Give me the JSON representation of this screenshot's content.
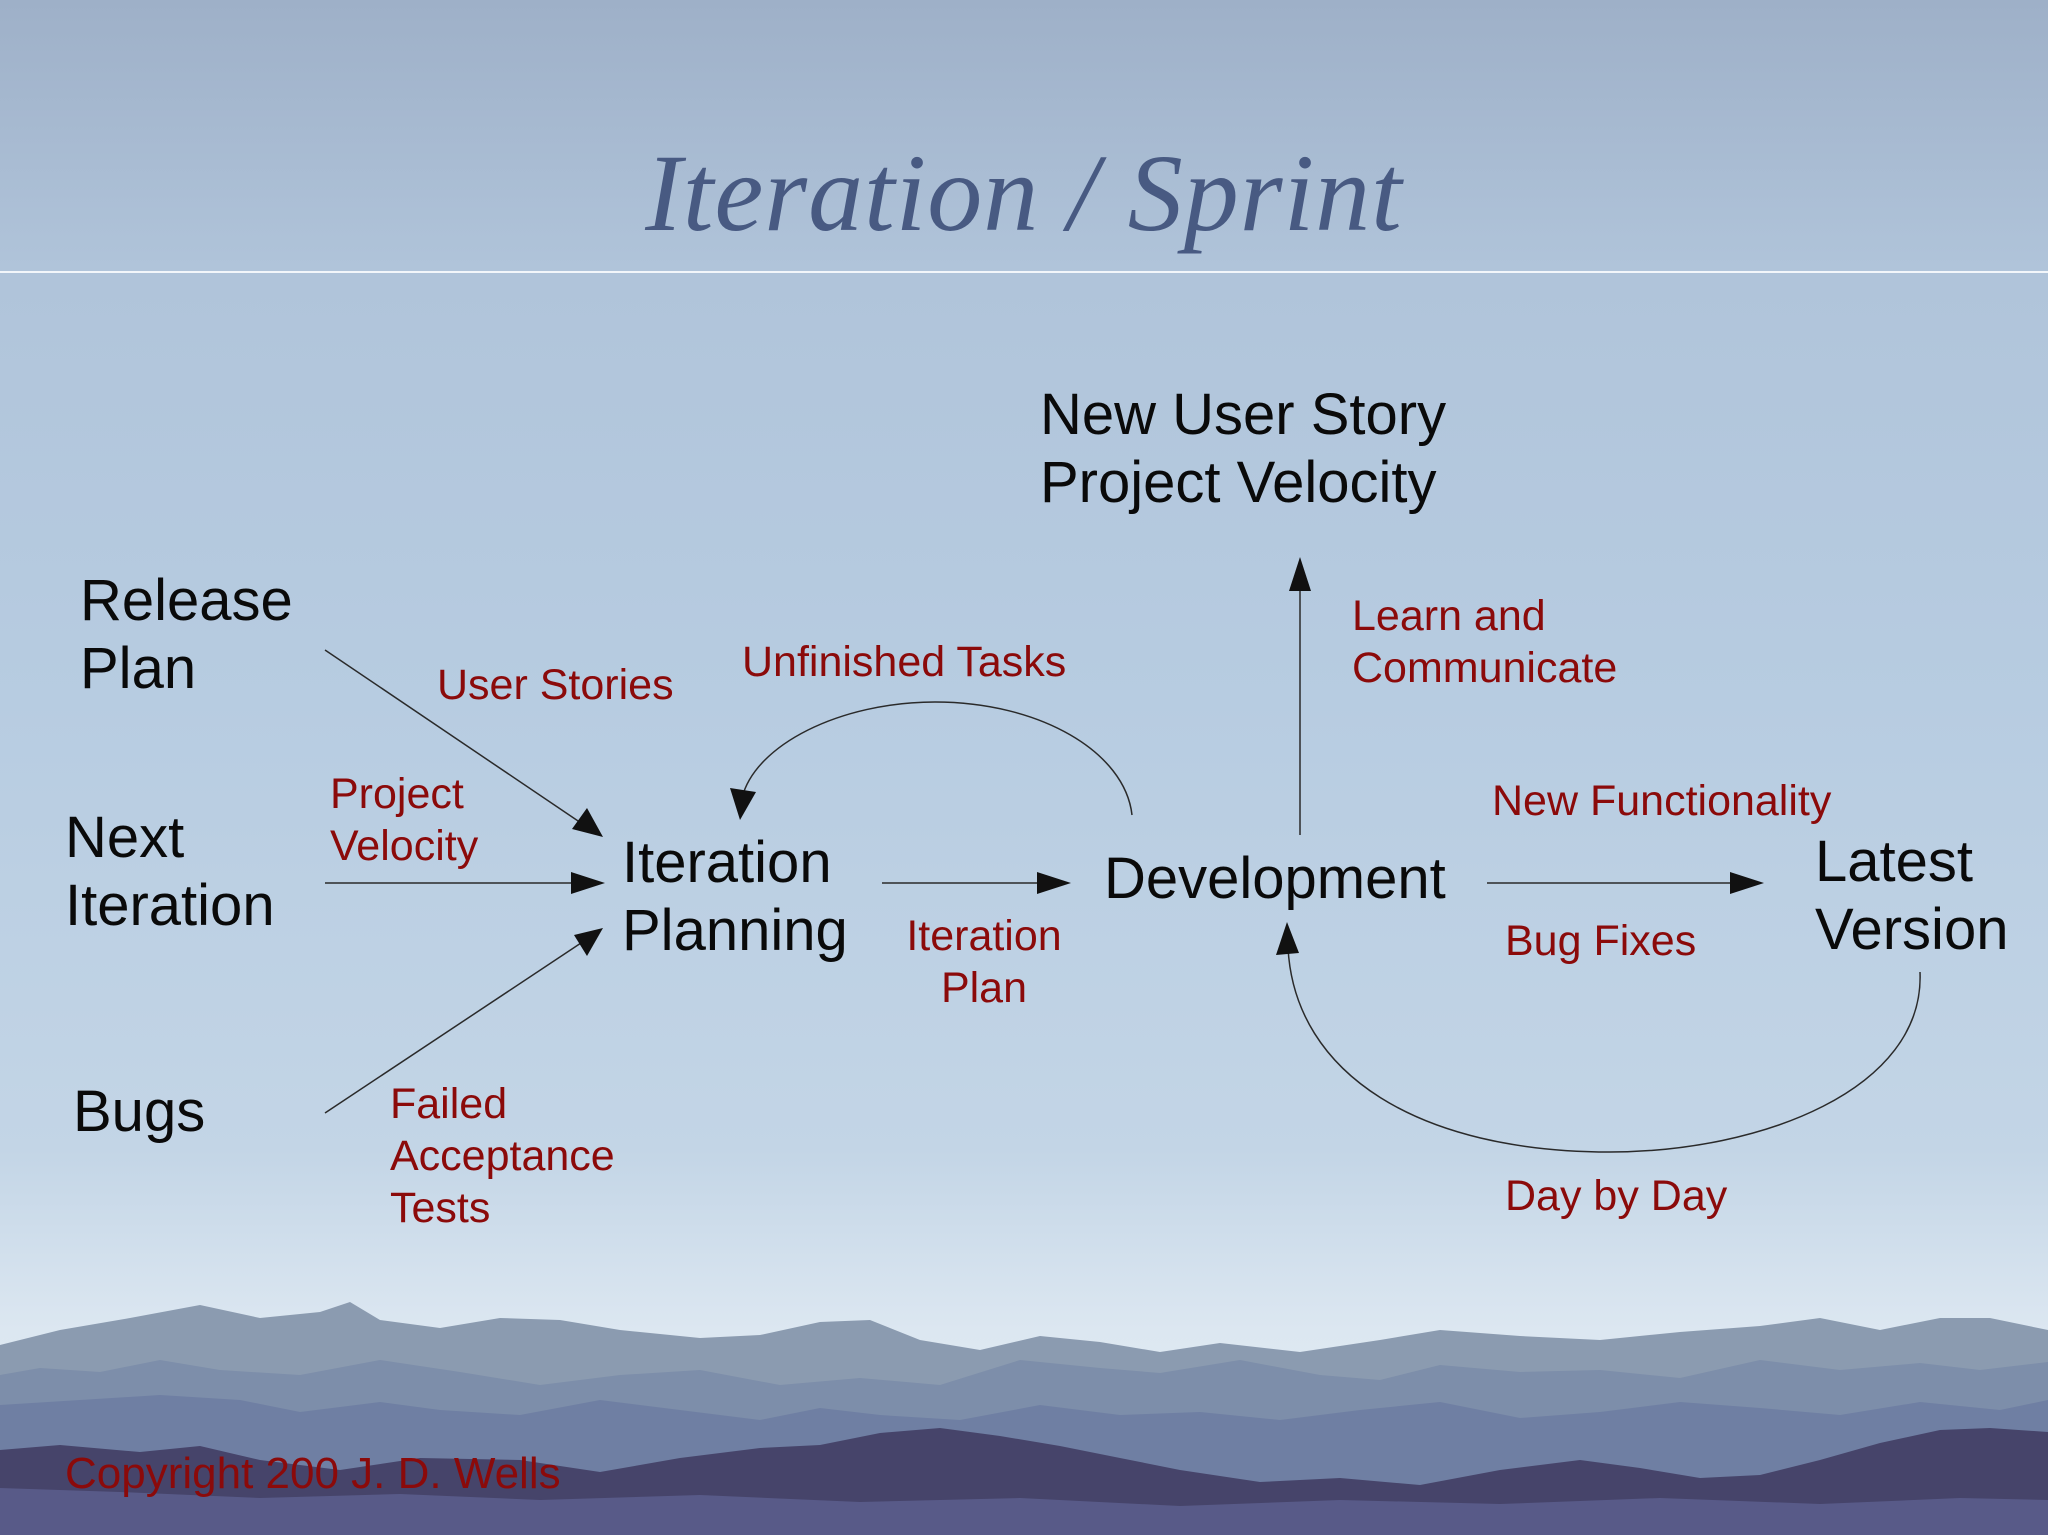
{
  "title": "Iteration / Sprint",
  "nodes": {
    "release_plan": [
      "Release",
      "Plan"
    ],
    "next_iteration": [
      "Next",
      "Iteration"
    ],
    "bugs": "Bugs",
    "iteration_planning": [
      "Iteration",
      "Planning"
    ],
    "development": "Development",
    "latest_version": [
      "Latest",
      "Version"
    ],
    "new_user_story": [
      "New User Story",
      "Project Velocity"
    ]
  },
  "edge_labels": {
    "user_stories": "User Stories",
    "project_velocity": [
      "Project",
      "Velocity"
    ],
    "failed_acceptance_tests": [
      "Failed",
      "Acceptance",
      "Tests"
    ],
    "unfinished_tasks": "Unfinished Tasks",
    "iteration_plan": [
      "Iteration",
      "Plan"
    ],
    "learn_and_communicate": [
      "Learn and",
      "Communicate"
    ],
    "new_functionality": "New Functionality",
    "bug_fixes": "Bug Fixes",
    "day_by_day": "Day by Day"
  },
  "footer": {
    "copyright": "Copyright 200 J. D. Wells"
  },
  "colors": {
    "title": "#485a82",
    "node_text": "#0a0a0a",
    "edge_label": "#8b0a0a",
    "arrow": "#1a1a1a"
  }
}
